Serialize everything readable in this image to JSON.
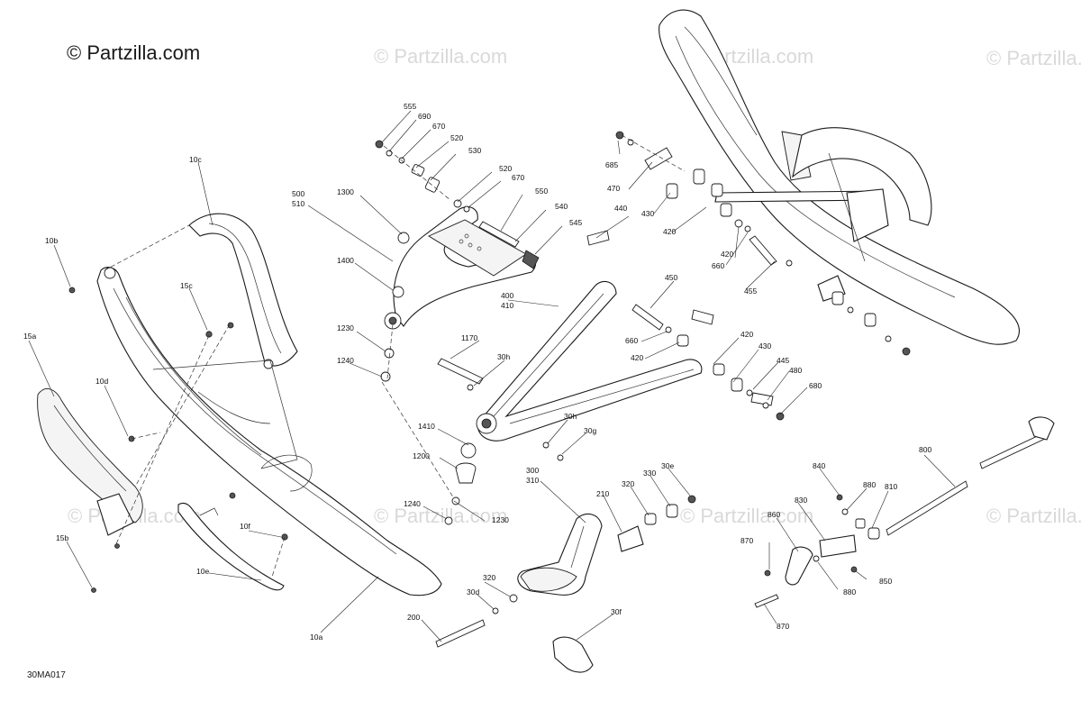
{
  "copyright": "© Partzilla.com",
  "watermark": "© Partzilla.com",
  "ref_code": "30MA017",
  "callouts": {
    "555": "555",
    "690": "690",
    "670": "670",
    "520": "520",
    "530": "530",
    "550": "550",
    "540": "540",
    "545": "545",
    "500": "500",
    "510": "510",
    "1300": "1300",
    "1400": "1400",
    "1230": "1230",
    "1240": "1240",
    "685": "685",
    "470": "470",
    "440": "440",
    "430": "430",
    "420": "420",
    "660": "660",
    "455": "455",
    "450": "450",
    "400": "400",
    "410": "410",
    "1170": "1170",
    "30h": "30h",
    "445": "445",
    "480": "480",
    "680": "680",
    "1410": "1410",
    "1200": "1200",
    "30g": "30g",
    "300": "300",
    "310": "310",
    "210": "210",
    "330": "330",
    "30e": "30e",
    "320": "320",
    "30d": "30d",
    "200": "200",
    "30f": "30f",
    "800": "800",
    "840": "840",
    "880": "880",
    "810": "810",
    "830": "830",
    "860": "860",
    "870": "870",
    "850": "850",
    "10c": "10c",
    "10b": "10b",
    "15c": "15c",
    "15a": "15a",
    "10d": "10d",
    "10f": "10f",
    "10e": "10e",
    "15b": "15b",
    "10a": "10a"
  }
}
